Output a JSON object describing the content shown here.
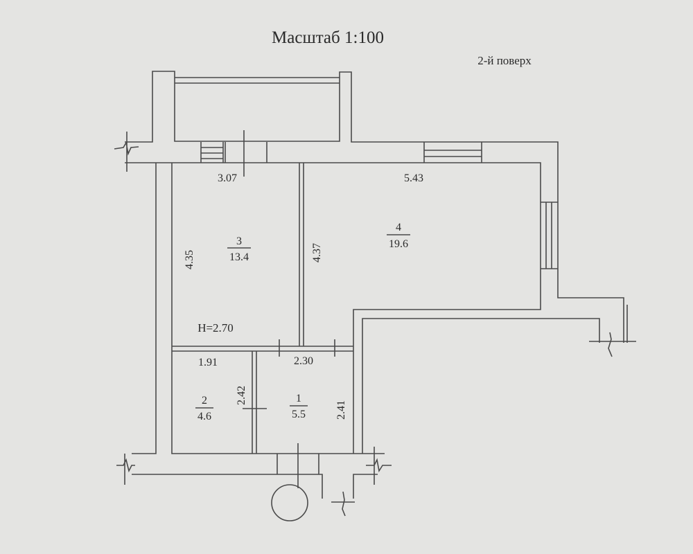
{
  "title": "Масштаб 1:100",
  "floor": "2-й поверх",
  "ceiling_height": "H=2.70",
  "rooms": [
    {
      "number": "1",
      "area": "5.5"
    },
    {
      "number": "2",
      "area": "4.6"
    },
    {
      "number": "3",
      "area": "13.4"
    },
    {
      "number": "4",
      "area": "19.6"
    }
  ],
  "dimensions": {
    "room3_width": "3.07",
    "room4_width": "5.43",
    "room3_left_height": "4.35",
    "room3_right_height": "4.37",
    "room2_width": "1.91",
    "room1_width": "2.30",
    "room2_height": "2.42",
    "room1_height": "2.41"
  }
}
